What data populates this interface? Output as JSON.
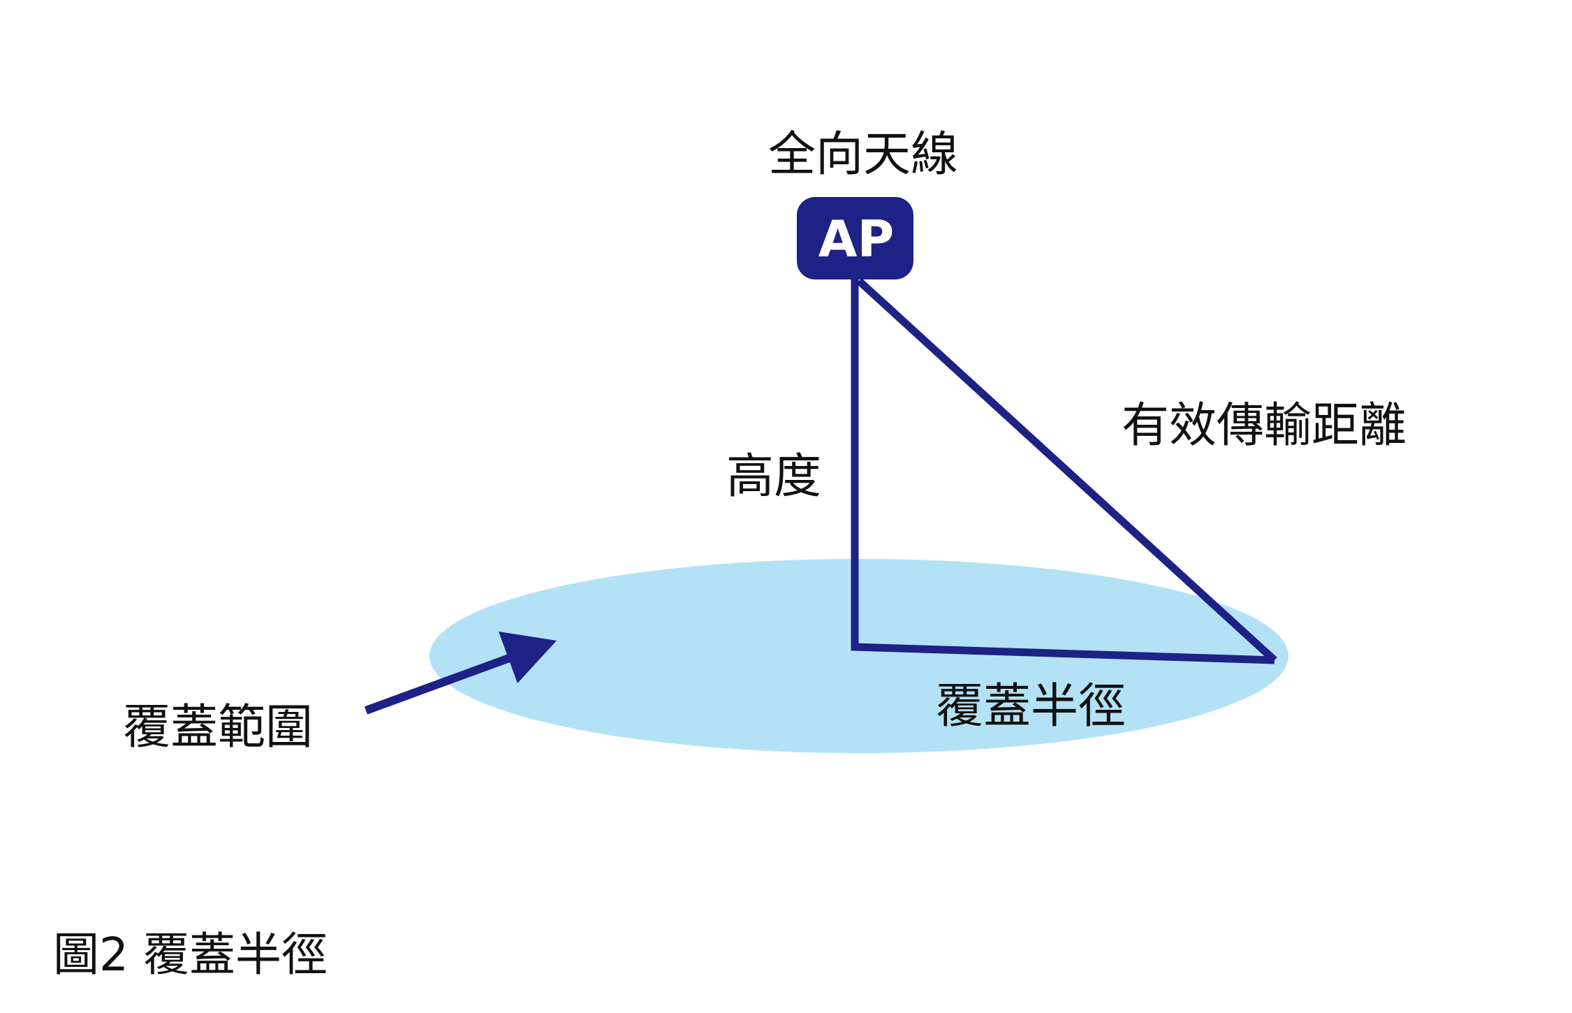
{
  "diagram": {
    "antenna_label": "全向天線",
    "ap_label": "AP",
    "height_label": "高度",
    "distance_label": "有效傳輸距離",
    "radius_label": "覆蓋半徑",
    "coverage_label": "覆蓋範圍",
    "caption": "圖2 覆蓋半徑"
  },
  "colors": {
    "line": "#1e2185",
    "ap_box": "#1e2185",
    "coverage_fill": "#b3e2f6",
    "text": "#111111",
    "background": "#ffffff"
  }
}
